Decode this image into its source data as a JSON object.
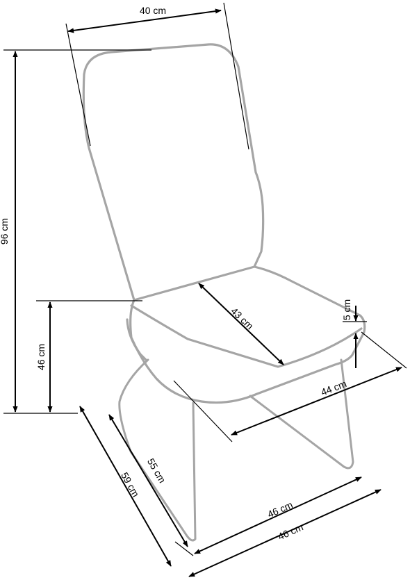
{
  "colors": {
    "outline": "#a5a5a5",
    "dimension": "#000000",
    "background": "#ffffff"
  },
  "dimensions": {
    "backrest_width": "40 cm",
    "total_height": "96 cm",
    "seat_height": "46 cm",
    "seat_depth": "43 cm",
    "seat_thickness": "5 cm",
    "seat_width": "44 cm",
    "base_length": "55 cm",
    "total_depth": "59 cm",
    "base_width": "46 cm",
    "total_width": "46 cm"
  }
}
